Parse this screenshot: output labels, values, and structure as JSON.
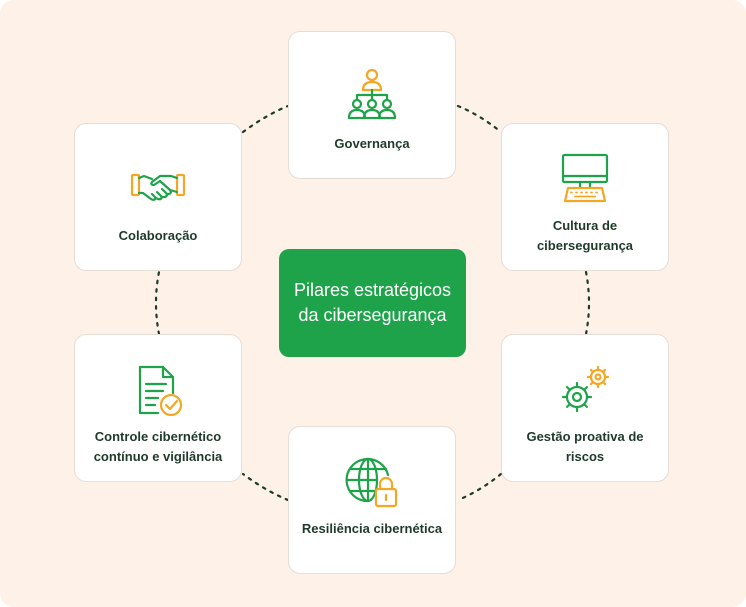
{
  "colors": {
    "background": "#fdf1e8",
    "card": "#ffffff",
    "accent_green": "#1fa34a",
    "accent_orange": "#f5a623",
    "label_text": "#1f3a2a",
    "connector": "#1f3a2a"
  },
  "center": {
    "title": "Pilares estratégicos da cibersegurança"
  },
  "pillars": [
    {
      "label": "Governança",
      "icon": "org-chart-icon"
    },
    {
      "label": "Cultura de cibersegurança",
      "icon": "computer-icon"
    },
    {
      "label": "Gestão proativa de riscos",
      "icon": "gears-icon"
    },
    {
      "label": "Resiliência cibernética",
      "icon": "globe-lock-icon"
    },
    {
      "label": "Controle cibernético contínuo e vigilância",
      "icon": "document-check-icon"
    },
    {
      "label": "Colaboração",
      "icon": "handshake-icon"
    }
  ]
}
